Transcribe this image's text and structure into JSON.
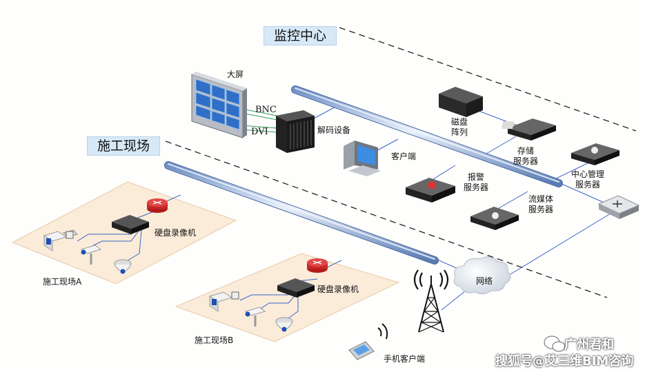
{
  "zones": {
    "monitor_center": "监控中心",
    "site": "施工现场"
  },
  "labels": {
    "big_screen": "大屏",
    "bnc": "BNC",
    "dvi": "DVI",
    "decoder": "解码设备",
    "client": "客户端",
    "disk_array": [
      "磁盘",
      "阵列"
    ],
    "storage_server": [
      "存储",
      "服务器"
    ],
    "alarm_server": [
      "报警",
      "服务器"
    ],
    "center_mgmt_server": [
      "中心管理",
      "服务器"
    ],
    "streaming_server": [
      "流媒体",
      "服务器"
    ],
    "dvr_a": "硬盘录像机",
    "dvr_b": "硬盘录像机",
    "site_a": "施工现场A",
    "site_b": "施工现场B",
    "network": "网络",
    "mobile_client": "手机客户端"
  },
  "watermark": {
    "account": "广州君和",
    "source": "搜狐号@艾三维BIM咨询"
  },
  "colors": {
    "link": "#3a63c8",
    "video_link": "#2e9b55",
    "zone_fill": "#faecd9",
    "zone_border": "#e9c9a6",
    "backbone": "#a8c4ea",
    "tag_fill": "#d7e8f7"
  }
}
